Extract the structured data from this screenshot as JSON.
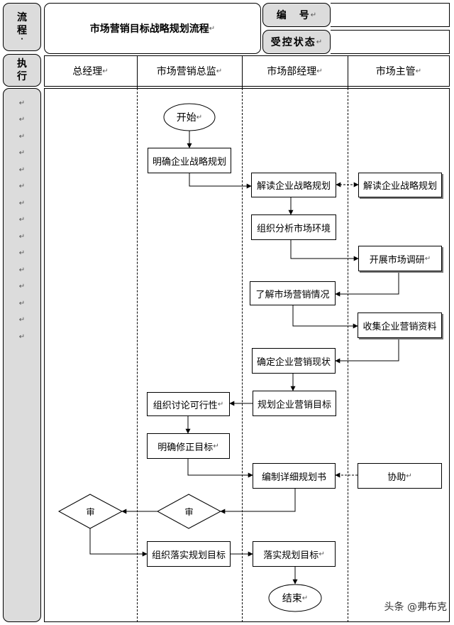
{
  "header": {
    "left_label": [
      "流",
      "程",
      "·"
    ],
    "title": "市场营销目标战略规划流程",
    "code_label": "编　号",
    "status_label": "受控状态",
    "code_value": "",
    "status_value": ""
  },
  "exec_label": [
    "执",
    "行"
  ],
  "lanes": [
    "总经理",
    "市场营销总监",
    "市场部经理",
    "市场主管"
  ],
  "side_marks": [
    "↵",
    "↵",
    "↵",
    "↵",
    "↵",
    "↵",
    "↵",
    "↵",
    "↵",
    "↵",
    "↵",
    "↵",
    "↵",
    "↵",
    "↵",
    "↵"
  ],
  "return_mark": "↵",
  "nodes": {
    "start": "开始",
    "clarify_strategy": "明确企业战略规划",
    "interpret_strategy_mgr": "解读企业战略规划",
    "interpret_strategy_sup": "解读企业战略规划",
    "analyze_env": "组织分析市场环境",
    "market_research": "开展市场调研",
    "understand_marketing": "了解市场营销情况",
    "collect_data": "收集企业营销资料",
    "determine_status": "确定企业营销现状",
    "plan_targets": "规划企业营销目标",
    "discuss_feasibility": "组织讨论可行性",
    "revise_targets": "明确修正目标",
    "compile_plan": "编制详细规划书",
    "assist": "协助",
    "review_director": "审",
    "review_gm": "审",
    "organize_impl": "组织落实规划目标",
    "implement": "落实规划目标",
    "end": "结束"
  },
  "watermark": "头条 @弗布克"
}
